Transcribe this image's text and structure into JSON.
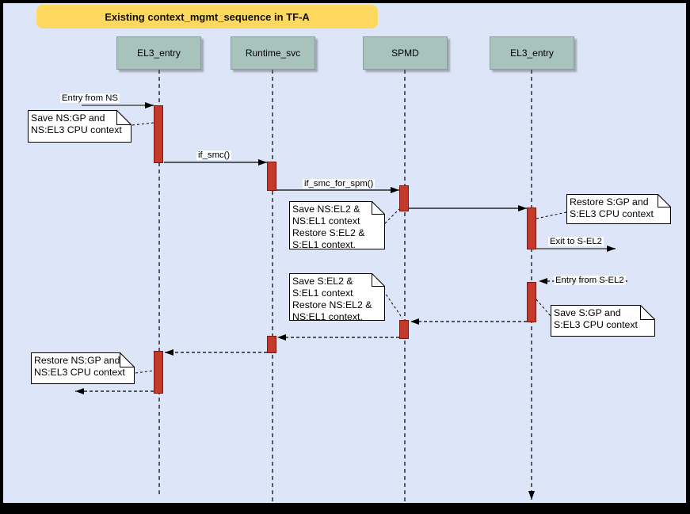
{
  "title": "Existing context_mgmt_sequence in TF-A",
  "participants": [
    {
      "label": "EL3_entry"
    },
    {
      "label": "Runtime_svc"
    },
    {
      "label": "SPMD"
    },
    {
      "label": "EL3_entry"
    }
  ],
  "messages": {
    "entry_from_ns": "Entry from NS",
    "if_smc": "if_smc()",
    "if_smc_for_spm": "if_smc_for_spm()",
    "exit_to_sel2": "Exit to S-EL2",
    "entry_from_sel2": "Entry from S-EL2"
  },
  "notes": [
    {
      "lines": [
        "Save NS:GP and",
        "NS:EL3 CPU context"
      ]
    },
    {
      "lines": [
        "Save NS:EL2 &",
        "NS:EL1 context",
        "Restore S:EL2 &",
        "S:EL1 context."
      ]
    },
    {
      "lines": [
        "Restore S:GP and",
        "S:EL3 CPU context"
      ]
    },
    {
      "lines": [
        "Save S:GP and",
        "S:EL3 CPU context"
      ]
    },
    {
      "lines": [
        "Save S:EL2 &",
        "S:EL1 context",
        "Restore NS:EL2 &",
        "NS:EL1 context."
      ]
    },
    {
      "lines": [
        "Restore NS:GP and",
        "NS:EL3 CPU context"
      ]
    }
  ],
  "colors": {
    "background": "#dde5f9",
    "frame": "#000000",
    "title_fill": "#ffd85f",
    "participant_fill": "#a8c2bc",
    "activation_fill": "#c5392b",
    "activation_border": "#7c170d",
    "note_fill": "#ffffff",
    "found_message_line": "#737373"
  }
}
